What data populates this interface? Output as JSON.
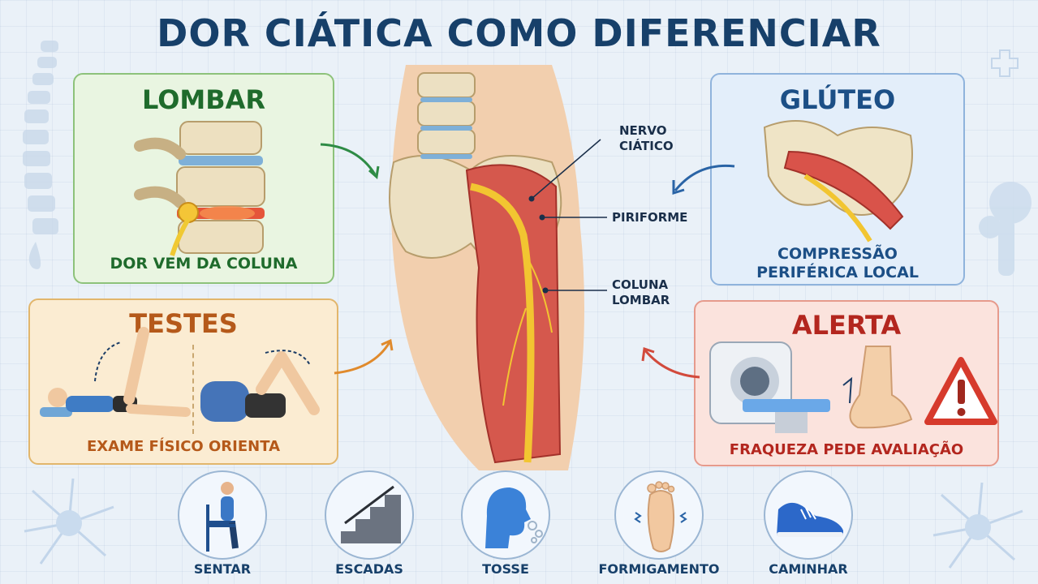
{
  "title": "DOR CIÁTICA COMO DIFERENCIAR",
  "panels": {
    "lombar": {
      "heading": "LOMBAR",
      "caption": "DOR VEM DA COLUNA"
    },
    "gluteo": {
      "heading": "GLÚTEO",
      "caption_line1": "COMPRESSÃO",
      "caption_line2": "PERIFÉRICA LOCAL"
    },
    "testes": {
      "heading": "TESTES",
      "caption": "EXAME FÍSICO ORIENTA"
    },
    "alerta": {
      "heading": "ALERTA",
      "caption": "FRAQUEZA PEDE AVALIAÇÃO"
    }
  },
  "callouts": {
    "nervo": [
      "NERVO",
      "CIÁTICO"
    ],
    "piriforme": "PIRIFORME",
    "coluna": [
      "COLUNA",
      "LOMBAR"
    ]
  },
  "activities": [
    {
      "label": "SENTAR",
      "icon": "person-sitting-icon"
    },
    {
      "label": "ESCADAS",
      "icon": "stairs-icon"
    },
    {
      "label": "TOSSE",
      "icon": "cough-icon"
    },
    {
      "label": "FORMIGAMENTO",
      "icon": "tingling-foot-icon"
    },
    {
      "label": "CAMINHAR",
      "icon": "sneaker-icon"
    }
  ],
  "colors": {
    "title": "#17406a",
    "lombar": "#1f6b2c",
    "gluteo": "#1c4f86",
    "testes": "#b5591a",
    "alerta": "#b3261e",
    "nerve": "#f2c531"
  }
}
